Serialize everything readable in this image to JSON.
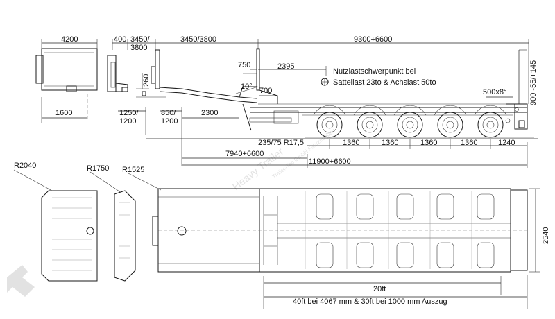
{
  "side_view": {
    "dims": {
      "d4200": "4200",
      "d400": "400",
      "d3450_3800_a": "3450/",
      "d3450_3800_b": "3800",
      "d3450_3800_top": "3450/3800",
      "d9300": "9300+6600",
      "d260": "260",
      "d750": "750",
      "d2395": "2395",
      "d10deg": "10°",
      "d700": "700",
      "d1600": "1600",
      "d1250_a": "1250/",
      "d1250_b": "1200",
      "d850_a": "850/",
      "d850_b": "1200",
      "d2300": "2300",
      "d500": "500x8°",
      "d900": "900 -55/+145",
      "tire": "235/75 R17,5",
      "axle1": "1360",
      "axle2": "1360",
      "axle3": "1360",
      "axle4": "1360",
      "d1240": "1240",
      "d7940": "7940+6600",
      "d11900": "11900+6600"
    },
    "note_line1": "Nutzlastschwerpunkt bei",
    "note_line2": "Sattellast 23to & Achslast 50to"
  },
  "plan_view": {
    "r2040": "R2040",
    "r1750": "R1750",
    "r1525": "R1525",
    "d2540": "2540",
    "d20ft": "20ft",
    "d40ft": "40ft bei 4067 mm & 30ft bei 1000 mm Auszug"
  },
  "watermark": {
    "main": "Heavy Trailer",
    "sub": "Trailer-Tec GmbH Fahrzeugbau"
  }
}
